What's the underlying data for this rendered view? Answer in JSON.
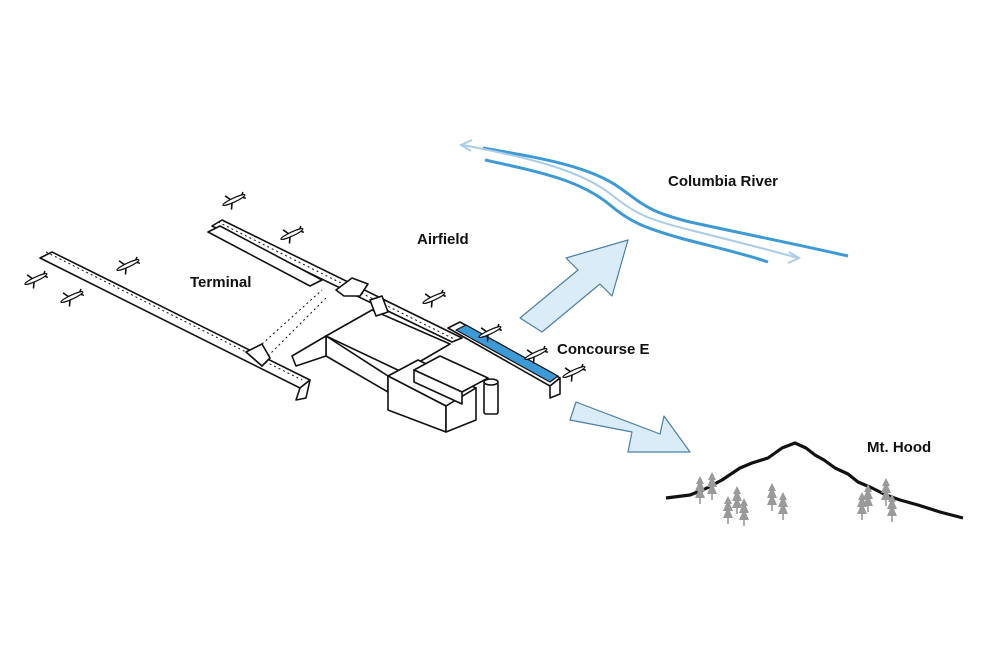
{
  "labels": {
    "terminal": "Terminal",
    "airfield": "Airfield",
    "concourse_e": "Concourse E",
    "columbia_river": "Columbia River",
    "mt_hood": "Mt. Hood"
  },
  "colors": {
    "river": "#3d9ad6",
    "river_light": "#a9cde9",
    "arrow_fill": "#d9ecf8",
    "arrow_stroke": "#4e7fa3",
    "concourse_highlight": "#3d9ad6",
    "ink": "#111111",
    "trees": "#9a9a9a"
  },
  "icons": [
    "airplane-icon",
    "tree-icon",
    "arrow-icon"
  ]
}
